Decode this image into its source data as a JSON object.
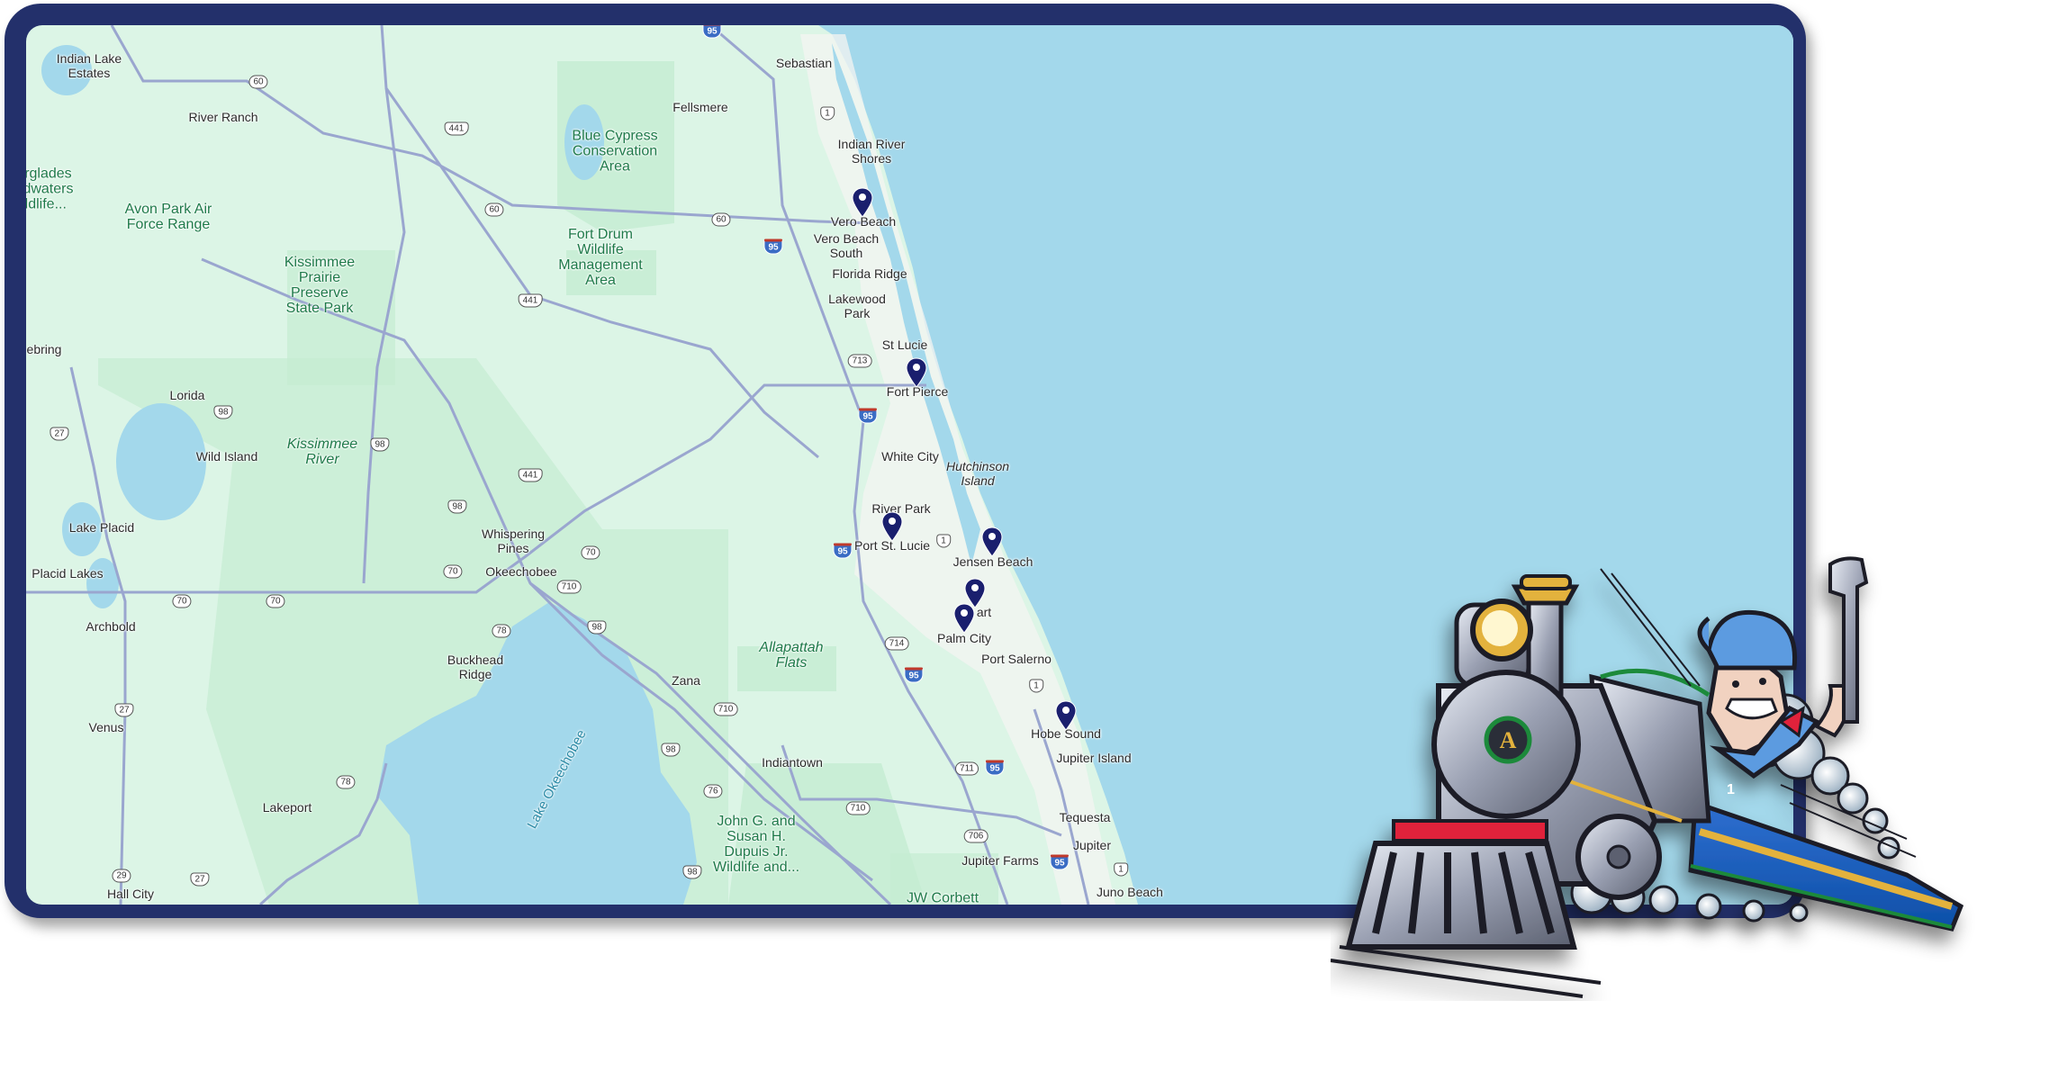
{
  "map": {
    "colors": {
      "frame": "#23306b",
      "land": "#dcf5e6",
      "park": "#c4ecd2",
      "water": "#a3d8eb",
      "urban": "#f4f4f1",
      "road": "#9aa6cf",
      "pin": "#1a1f6e"
    },
    "places": [
      {
        "name": "Indian Lake Estates",
        "line1": "Indian Lake",
        "line2": "Estates"
      },
      {
        "name": "River Ranch"
      },
      {
        "name": "Everglades Headwaters Wildlife",
        "line1": "erglades",
        "line2": "adwaters",
        "line3": "ildlife..."
      },
      {
        "name": "Avon Park Air Force Range",
        "line1": "Avon Park Air",
        "line2": "Force Range"
      },
      {
        "name": "Kissimmee Prairie Preserve State Park",
        "line1": "Kissimmee",
        "line2": "Prairie",
        "line3": "Preserve",
        "line4": "State Park"
      },
      {
        "name": "Sebring",
        "line1": "ebring"
      },
      {
        "name": "Lorida"
      },
      {
        "name": "Wild Island"
      },
      {
        "name": "Kissimmee River",
        "line1": "Kissimmee",
        "line2": "River"
      },
      {
        "name": "Lake Placid"
      },
      {
        "name": "Placid Lakes"
      },
      {
        "name": "Archbold"
      },
      {
        "name": "Venus"
      },
      {
        "name": "Lakeport"
      },
      {
        "name": "Hall City"
      },
      {
        "name": "Whispering Pines",
        "line1": "Whispering",
        "line2": "Pines"
      },
      {
        "name": "Okeechobee"
      },
      {
        "name": "Buckhead Ridge",
        "line1": "Buckhead",
        "line2": "Ridge"
      },
      {
        "name": "Lake Okeechobee"
      },
      {
        "name": "Zana"
      },
      {
        "name": "Indiantown"
      },
      {
        "name": "John G. and Susan H. Dupuis Wildlife and...",
        "line1": "John G. and",
        "line2": "Susan H.",
        "line3": "Dupuis Jr.",
        "line4": "Wildlife and..."
      },
      {
        "name": "Allapattah Flats",
        "line1": "Allapattah",
        "line2": "Flats"
      },
      {
        "name": "JW Corbett"
      },
      {
        "name": "Blue Cypress Conservation Area",
        "line1": "Blue Cypress",
        "line2": "Conservation",
        "line3": "Area"
      },
      {
        "name": "Fort Drum Wildlife Management Area",
        "line1": "Fort Drum",
        "line2": "Wildlife",
        "line3": "Management",
        "line4": "Area"
      },
      {
        "name": "Fellsmere"
      },
      {
        "name": "Sebastian"
      },
      {
        "name": "Indian River Shores",
        "line1": "Indian River",
        "line2": "Shores"
      },
      {
        "name": "Vero Beach"
      },
      {
        "name": "Vero Beach South",
        "line1": "Vero Beach",
        "line2": "South"
      },
      {
        "name": "Florida Ridge"
      },
      {
        "name": "Lakewood Park",
        "line1": "Lakewood",
        "line2": "Park"
      },
      {
        "name": "St Lucie"
      },
      {
        "name": "Fort Pierce"
      },
      {
        "name": "White City"
      },
      {
        "name": "Hutchinson Island",
        "line1": "Hutchinson",
        "line2": "Island"
      },
      {
        "name": "River Park"
      },
      {
        "name": "Port St. Lucie"
      },
      {
        "name": "Jensen Beach"
      },
      {
        "name": "Stuart",
        "line1": "art"
      },
      {
        "name": "Palm City"
      },
      {
        "name": "Port Salerno"
      },
      {
        "name": "Hobe Sound"
      },
      {
        "name": "Jupiter Island"
      },
      {
        "name": "Tequesta"
      },
      {
        "name": "Jupiter"
      },
      {
        "name": "Jupiter Farms"
      },
      {
        "name": "Juno Beach"
      }
    ],
    "shields": {
      "sr60": "60",
      "us441": "441",
      "us27": "27",
      "us98": "98",
      "sr70": "70",
      "sr710": "710",
      "sr78": "78",
      "sr29": "29",
      "sr76": "76",
      "sr713": "713",
      "sr714": "714",
      "sr711": "711",
      "sr706": "706",
      "us1": "1",
      "i95": "95"
    },
    "pins": [
      {
        "location": "Vero Beach"
      },
      {
        "location": "Fort Pierce"
      },
      {
        "location": "Port St. Lucie"
      },
      {
        "location": "Jensen Beach"
      },
      {
        "location": "Stuart"
      },
      {
        "location": "Palm City"
      },
      {
        "location": "Hobe Sound"
      }
    ]
  },
  "mascot": {
    "description": "Cartoon steam locomotive with plumber engineer holding a pipe wrench",
    "emblem_letter": "A",
    "engine_number": "1"
  }
}
